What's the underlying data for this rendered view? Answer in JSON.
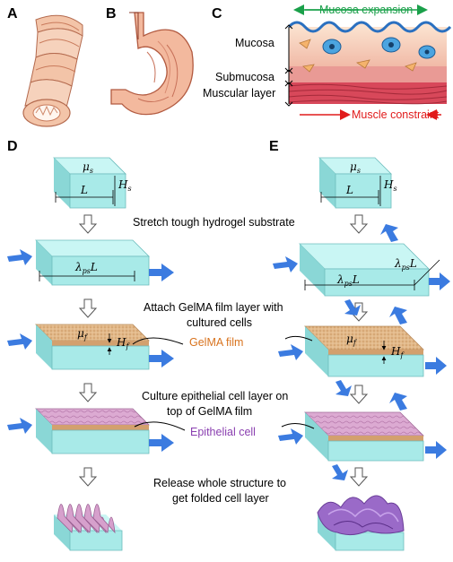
{
  "panels": {
    "a": "A",
    "b": "B",
    "c": "C",
    "d": "D",
    "e": "E"
  },
  "panel_c": {
    "mucosa_expansion": "Mucosa expansion",
    "mucosa": "Mucosa",
    "submucosa": "Submucosa",
    "muscular_layer": "Muscular layer",
    "muscle_constraint": "Muscle constraint"
  },
  "steps": {
    "stretch": "Stretch tough hydrogel substrate",
    "attach_line1": "Attach GelMA film layer with",
    "attach_line2": "cultured cells",
    "gelma_film": "GelMA film",
    "culture_line1": "Culture epithelial cell layer on",
    "culture_line2": "top of GelMA film",
    "epithelial_cell": "Epithelial cell",
    "release_line1": "Release whole structure to",
    "release_line2": "get folded cell layer"
  },
  "symbols": {
    "mu": "μ",
    "s": "s",
    "f": "f",
    "L": "L",
    "H": "H",
    "lambda": "λ",
    "ps": "ps"
  },
  "colors": {
    "substrate_top": "#c9f6f4",
    "substrate_front": "#a8eae8",
    "substrate_side": "#8ad7d6",
    "film": "#e2b98a",
    "cell": "#d9a6cf",
    "arrow": "#3b7be0",
    "green": "#1aa04a",
    "red": "#e11b1b",
    "orange": "#d8731e",
    "purple": "#8a3fb0"
  }
}
